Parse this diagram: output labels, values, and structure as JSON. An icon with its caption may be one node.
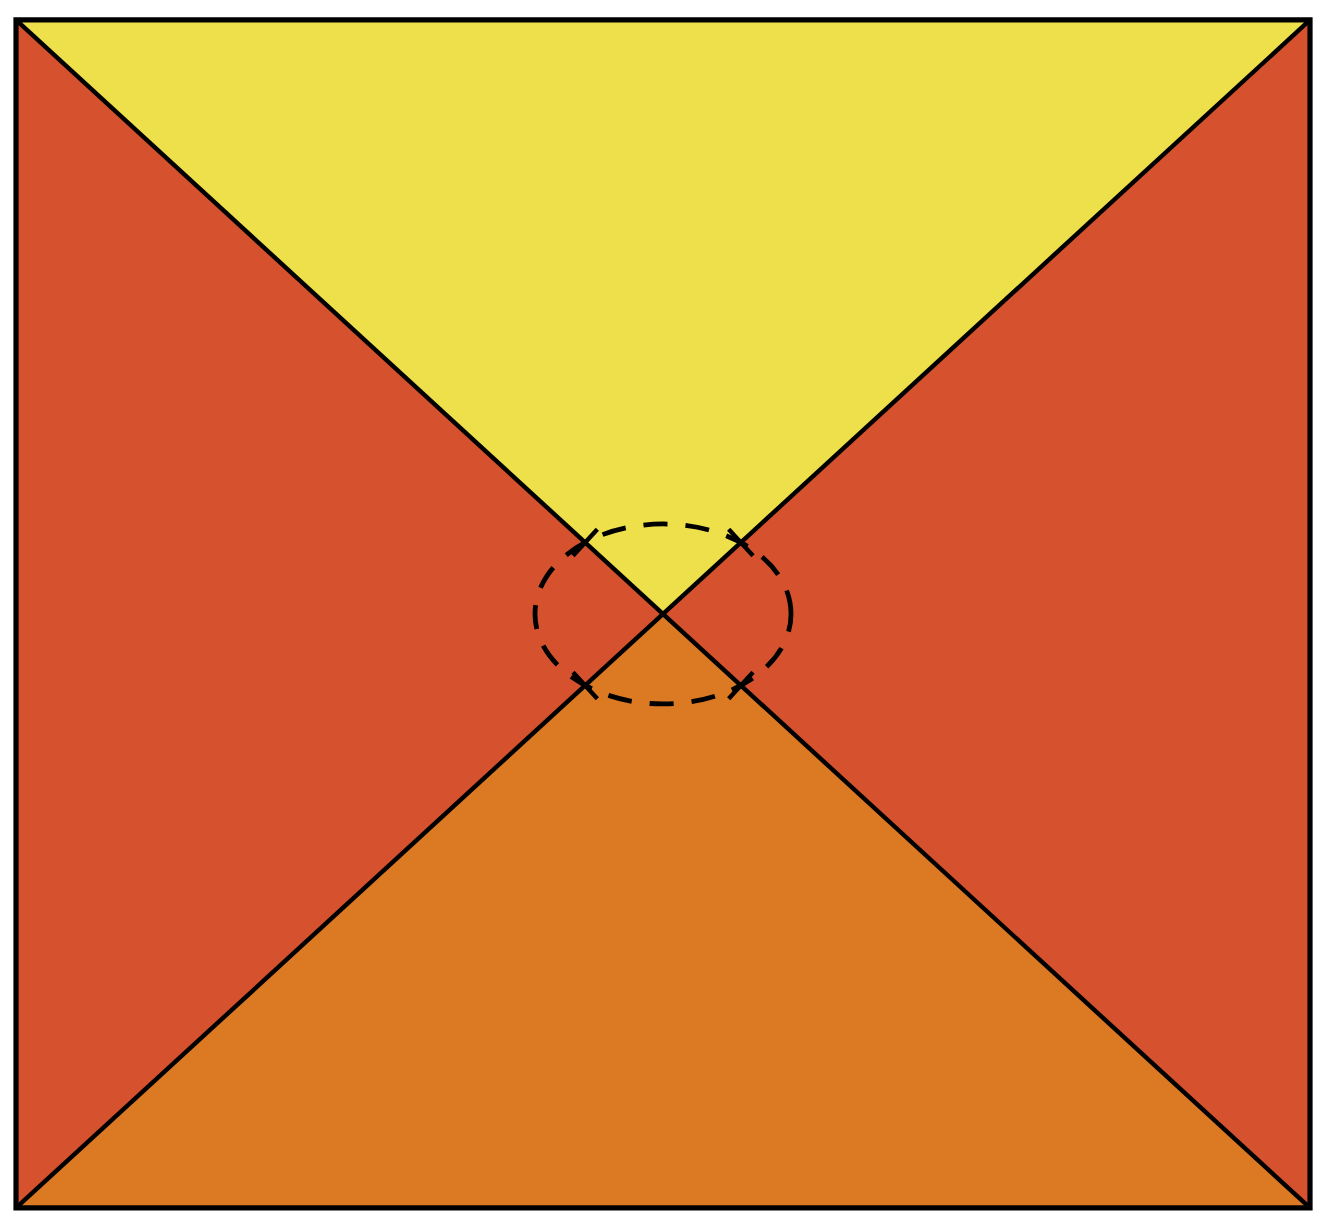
{
  "diagram": {
    "nodes": [
      {
        "text": [],
        "shape": "triangle"
      },
      {
        "text": [],
        "shape": "triangle"
      },
      {
        "text": [],
        "shape": "triangle"
      },
      {
        "text": [],
        "shape": "triangle"
      },
      {
        "text": [],
        "shape": "circle"
      }
    ]
  }
}
